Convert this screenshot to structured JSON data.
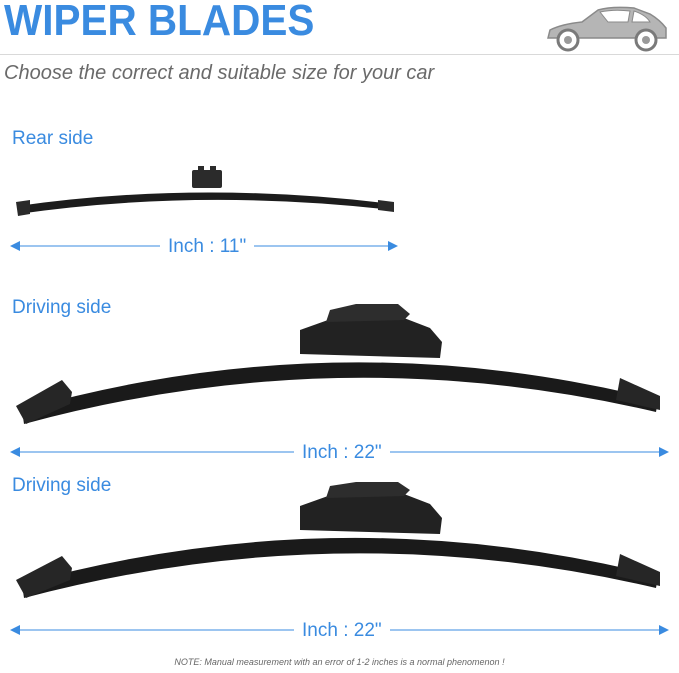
{
  "header": {
    "title": "WIPER BLADES",
    "subtitle": "Choose the correct and suitable size for your car"
  },
  "icons": {
    "car": "car-icon"
  },
  "sections": [
    {
      "label": "Rear side",
      "measure": "Inch : 11\""
    },
    {
      "label": "Driving side",
      "measure": "Inch : 22\""
    },
    {
      "label": "Driving side",
      "measure": "Inch : 22\""
    }
  ],
  "footer": {
    "note": "NOTE: Manual measurement with an error of 1-2 inches is a normal phenomenon !"
  },
  "colors": {
    "accent": "#3a8be0",
    "blade": "#1c1c1c",
    "subtitle": "#6a6a6a"
  }
}
